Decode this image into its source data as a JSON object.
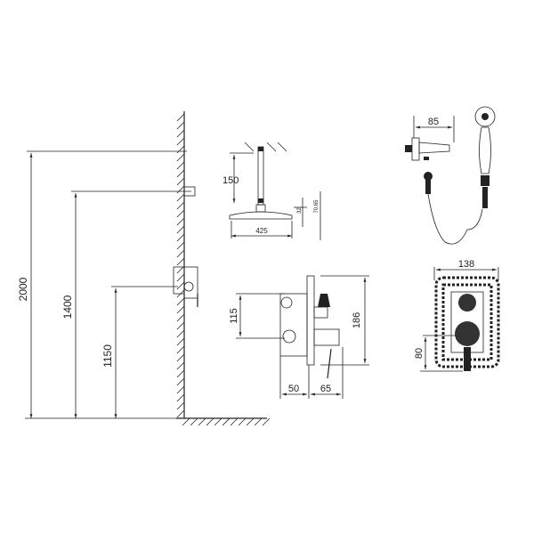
{
  "wall_heights": {
    "total": "2000",
    "shower_head": "1400",
    "mixer": "1150"
  },
  "overhead_shower": {
    "arm_length": "150",
    "diameter": "425",
    "thickness": "32",
    "height": "70.65"
  },
  "mixer_side": {
    "height": "115",
    "total_height": "186",
    "depth_a": "50",
    "depth_b": "65"
  },
  "hand_shower": {
    "holder_length": "85"
  },
  "front_plate": {
    "width": "138",
    "mixer_offset": "80"
  }
}
